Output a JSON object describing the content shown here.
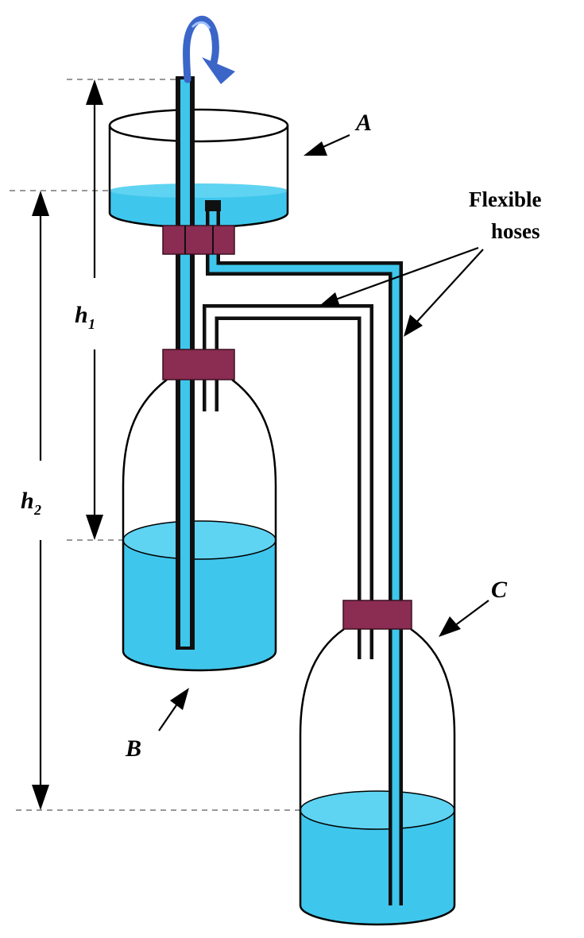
{
  "labels": {
    "a": "A",
    "b": "B",
    "c": "C",
    "flexible_line1": "Flexible",
    "flexible_line2": "hoses",
    "h1_base": "h",
    "h1_sub": "1",
    "h2_base": "h",
    "h2_sub": "2"
  },
  "colors": {
    "water": "#3fc6ec",
    "tube_outline": "#101010",
    "stopper": "#8b2c52",
    "outflow_arrow": "#3b66c8"
  }
}
